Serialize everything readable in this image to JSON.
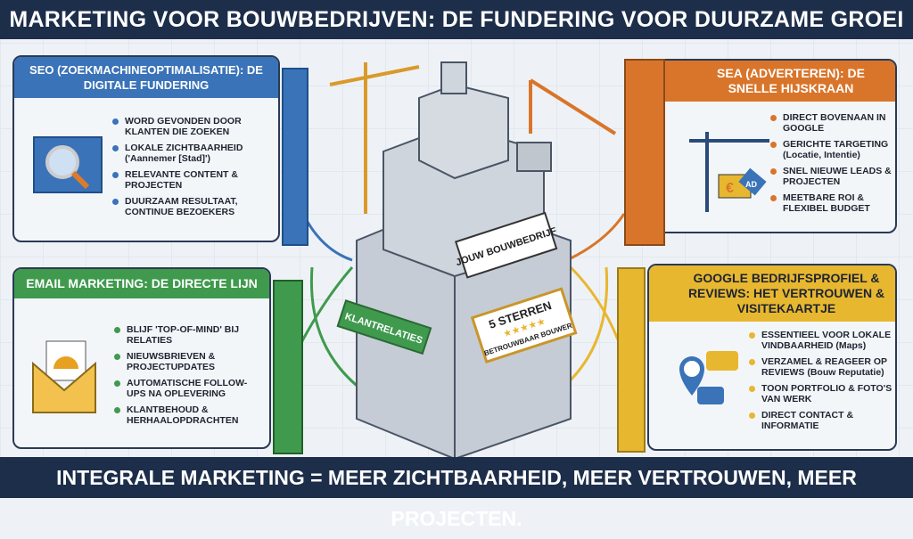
{
  "title": "MARKETING VOOR BOUWBEDRIJVEN: DE FUNDERING VOOR DUURZAME GROEI",
  "footer": "INTEGRALE MARKETING = MEER ZICHTBAARHEID, MEER VERTROUWEN, MEER PROJECTEN.",
  "colors": {
    "seo": "#3a73b8",
    "sea": "#d9752a",
    "email": "#3f9a4e",
    "google": "#e8b730",
    "navy": "#1d2e4a"
  },
  "panels": {
    "seo": {
      "title": "SEO (ZOEKMACHINEOPTIMALISATIE): DE DIGITALE FUNDERING",
      "icon": "blueprint-magnifier-icon",
      "items": [
        "WORD GEVONDEN DOOR KLANTEN DIE ZOEKEN",
        "LOKALE ZICHTBAARHEID ('Aannemer [Stad]')",
        "RELEVANTE CONTENT & PROJECTEN",
        "DUURZAAM RESULTAAT, CONTINUE BEZOEKERS"
      ]
    },
    "sea": {
      "title": "SEA (ADVERTEREN): DE SNELLE HIJSKRAAN",
      "icon": "crane-ad-icon",
      "ad_tag": "AD",
      "currency": "€",
      "items": [
        "DIRECT BOVENAAN IN GOOGLE",
        "GERICHTE TARGETING (Locatie, Intentie)",
        "SNEL NIEUWE LEADS & PROJECTEN",
        "MEETBARE ROI & FLEXIBEL BUDGET"
      ]
    },
    "email": {
      "title": "EMAIL MARKETING: DE DIRECTE LIJN",
      "icon": "envelope-hardhat-icon",
      "items": [
        "BLIJF 'TOP-OF-MIND' BIJ RELATIES",
        "NIEUWSBRIEVEN & PROJECTUPDATES",
        "AUTOMATISCHE FOLLOW-UPS NA OPLEVERING",
        "KLANTBEHOUD & HERHAALOPDRACHTEN"
      ]
    },
    "google": {
      "title": "GOOGLE BEDRIJFSPROFIEL & REVIEWS: HET VERTROUWEN & VISITEKAARTJE",
      "icon": "google-pin-reviews-icon",
      "items": [
        "ESSENTIEEL VOOR LOKALE VINDBAARHEID (Maps)",
        "VERZAMEL & REAGEER OP REVIEWS (Bouw Reputatie)",
        "TOON PORTFOLIO & FOTO'S VAN WERK",
        "DIRECT CONTACT & INFORMATIE"
      ]
    }
  },
  "building": {
    "sign_company": "JOUW BOUWBEDRIJF",
    "sign_clients": "KLANTRELATIES",
    "sign_stars_title": "5 STERREN",
    "sign_stars_sub": "BETROUWBAAR BOUWER",
    "stars": "★★★★★"
  }
}
